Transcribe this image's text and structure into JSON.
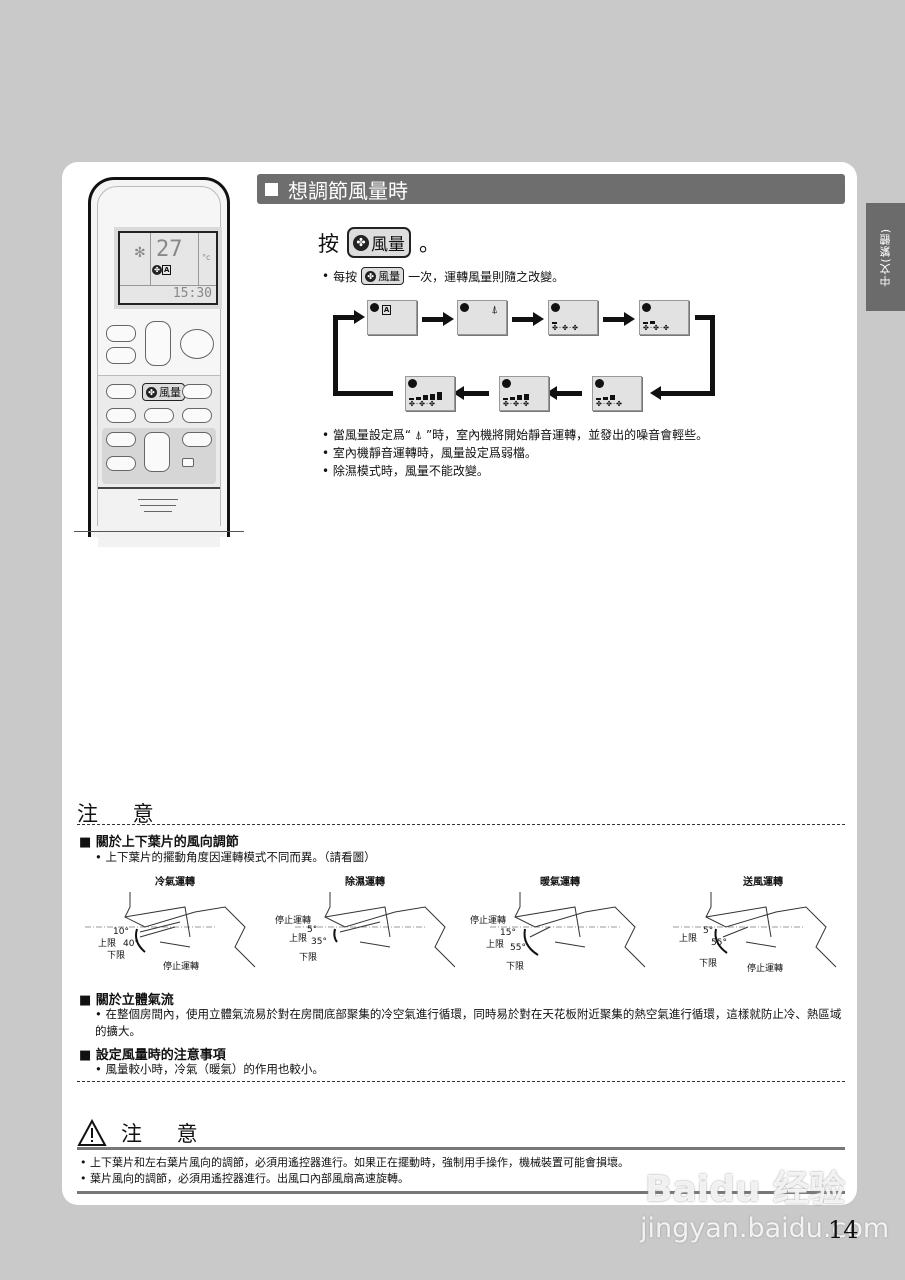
{
  "language_tab": "中文(繁體)",
  "section": {
    "title": "想調節風量時",
    "press_prefix": "按",
    "button_label": "風量",
    "press_suffix": "。",
    "note_prefix": "每按",
    "note_suffix": "一次，運轉風量則隨之改變。"
  },
  "fan_cycle": [
    {
      "mode": "auto",
      "label": "A"
    },
    {
      "mode": "quiet",
      "label": "⍋"
    },
    {
      "mode": "level-1",
      "bars": 1
    },
    {
      "mode": "level-2",
      "bars": 2
    },
    {
      "mode": "level-3",
      "bars": 3
    },
    {
      "mode": "level-4",
      "bars": 4
    },
    {
      "mode": "level-5",
      "bars": 5
    }
  ],
  "bullets": [
    "當風量設定爲“ ⍋ ”時，室內機將開始靜音運轉，並發出的噪音會輕些。",
    "室內機靜音運轉時，風量設定爲弱檔。",
    "除濕模式時，風量不能改變。"
  ],
  "remote": {
    "temperature": "27",
    "unit": "°c",
    "clock": "15:30",
    "fan_button": "風量"
  },
  "caution": {
    "title": "注 意",
    "louver_heading": "■ 關於上下葉片的風向調節",
    "louver_text": "• 上下葉片的擺動角度因運轉模式不同而異。（請看圖）",
    "diagrams": [
      {
        "mode": "冷氣運轉",
        "upper": "上限",
        "lower": "下限",
        "stop": "停止運轉",
        "angle_upper": "10°",
        "angle_lower": "40°"
      },
      {
        "mode": "除濕運轉",
        "upper": "上限",
        "lower": "下限",
        "stop": "停止運轉",
        "angle_upper": "5°",
        "angle_lower": "35°"
      },
      {
        "mode": "暖氣運轉",
        "upper": "上限",
        "lower": "下限",
        "stop": "停止運轉",
        "angle_upper": "15°",
        "angle_lower": "55°"
      },
      {
        "mode": "送風運轉",
        "upper": "上限",
        "lower": "下限",
        "stop": "停止運轉",
        "angle_upper": "5°",
        "angle_lower": "55°"
      }
    ],
    "airflow_heading": "■ 關於立體氣流",
    "airflow_text": "• 在整個房間內，使用立體氣流易於對在房間底部聚集的冷空氣進行循環，同時易於對在天花板附近聚集的熱空氣進行循環，這樣就防止冷、熱區域的擴大。",
    "fan_heading": "■ 設定風量時的注意事項",
    "fan_text": "• 風量較小時，冷氣（暖氣）的作用也較小。"
  },
  "warning": {
    "title": "注 意",
    "items": [
      "• 上下葉片和左右葉片風向的調節，必須用遙控器進行。如果正在擺動時，強制用手操作，機械裝置可能會損壞。",
      "• 葉片風向的調節，必須用遙控器進行。出風口內部風扇高速旋轉。"
    ]
  },
  "page_number": "14",
  "watermark": {
    "line1": "Baidu 经验",
    "line2": "jingyan.baidu.com"
  }
}
